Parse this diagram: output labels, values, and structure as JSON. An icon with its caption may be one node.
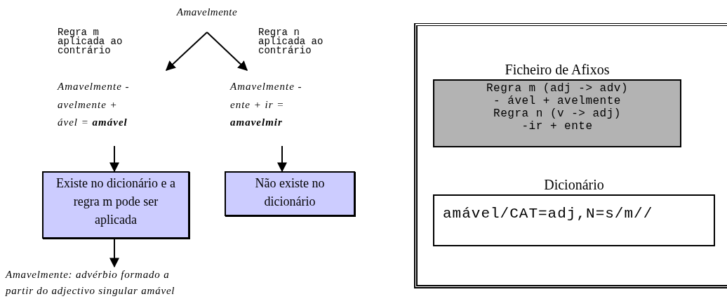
{
  "diagram": {
    "nodes": [
      {
        "text": [
          "Amavelmente"
        ]
      },
      {
        "text": [
          "Amavelmente - avelmente + ável = **amável**"
        ]
      },
      {
        "text": [
          "Amavelmente - ente + ir = **amavelmir**"
        ]
      },
      {
        "text": [
          "Existe no dicionário e a regra m pode ser aplicada"
        ]
      },
      {
        "text": [
          "Não existe no dicionário"
        ]
      },
      {
        "text": [
          "Amavelmente: advérbio formado a partir do adjectivo singular amável"
        ]
      },
      {
        "text": [],
        "shape": "box"
      },
      {
        "text": [
          "Ficheiro de Afixos",
          "Regra m (adj -> adv)",
          "- ável + avelmente",
          "Regra n (v -> adj)",
          "-ir + ente"
        ],
        "in": 6
      },
      {
        "text": [
          "Dicionário",
          "amável/CAT=adj,N=s/m//"
        ],
        "in": 6
      }
    ],
    "edges": [
      {
        "from": 0,
        "to": 1,
        "arrow": "to",
        "label": "Regra m aplicada ao contrário"
      },
      {
        "from": 0,
        "to": 2,
        "arrow": "to",
        "label": "Regra n aplicada ao contrário"
      },
      {
        "from": 1,
        "to": 3,
        "arrow": "to"
      },
      {
        "from": 2,
        "to": 4,
        "arrow": "to"
      },
      {
        "from": 3,
        "to": 5,
        "arrow": "to"
      }
    ]
  }
}
